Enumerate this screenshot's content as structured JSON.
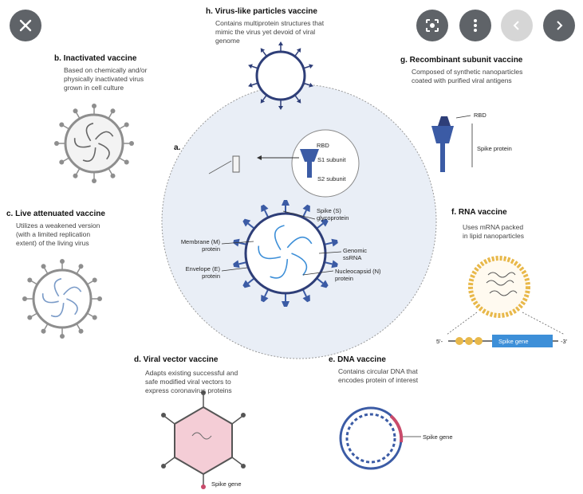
{
  "viewer": {
    "close_icon": "close-icon",
    "lens_icon": "lens-icon",
    "more_icon": "more-vert-icon",
    "prev_icon": "chevron-left-icon",
    "next_icon": "chevron-right-icon"
  },
  "panels": {
    "a": {
      "letter": "a."
    },
    "b": {
      "title": "b. Inactivated vaccine",
      "desc": [
        "Based on chemically and/or",
        "physically inactivated virus",
        "grown in cell culture"
      ]
    },
    "c": {
      "title": "c. Live attenuated vaccine",
      "desc": [
        "Utilizes a weakened version",
        "(with a limited replication",
        "extent) of the living virus"
      ]
    },
    "d": {
      "title": "d. Viral vector vaccine",
      "desc": [
        "Adapts existing successful and",
        "safe modified viral vectors to",
        "express coronavirus proteins"
      ],
      "label": "Spike gene"
    },
    "e": {
      "title": "e. DNA vaccine",
      "desc": [
        "Contains circular DNA that",
        "encodes protein of interest"
      ],
      "label": "Spike gene"
    },
    "f": {
      "title": "f. RNA vaccine",
      "desc": [
        "Uses mRNA packed",
        "in lipid nanoparticles"
      ],
      "gene": "Spike gene",
      "five": "5'-",
      "three": "-3'"
    },
    "g": {
      "title": "g. Recombinant subunit vaccine",
      "desc": [
        "Composed of synthetic nanoparticles",
        "coated with purified viral antigens"
      ],
      "rbd": "RBD",
      "spike": "Spike protein"
    },
    "h": {
      "title": "h. Virus-like particles vaccine",
      "desc": [
        "Contains multiprotein structures that",
        "mimic the virus yet devoid of viral",
        "genome"
      ]
    }
  },
  "virus_labels": {
    "spike": [
      "Spike (S)",
      "glycoprotein"
    ],
    "membrane": [
      "Membrane (M)",
      "protein"
    ],
    "genomic": [
      "Genomic",
      "ssRNA"
    ],
    "envelope": [
      "Envelope (E)",
      "protein"
    ],
    "nucleocapsid": [
      "Nucleocapsid (N)",
      "protein"
    ],
    "rbd": "RBD",
    "s1": "S1 subunit",
    "s2": "S2 subunit"
  },
  "colors": {
    "virus_blue": "#3b5ba5",
    "gray": "#8e8e8e",
    "circle_fill": "#e9eef6",
    "lipid": "#e8b84a",
    "gene_bar": "#3d8fd8",
    "vector_fill": "#f4cdd6"
  }
}
